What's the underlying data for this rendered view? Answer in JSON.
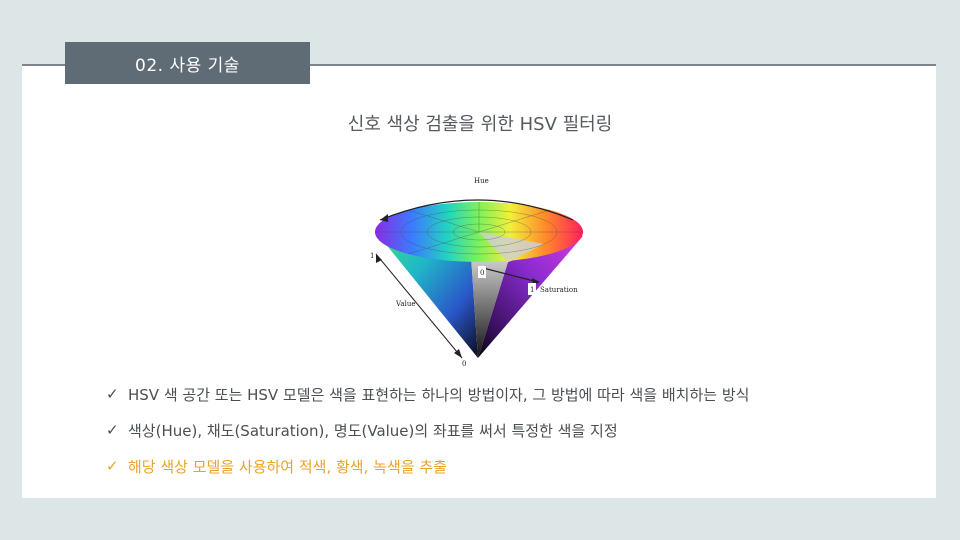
{
  "header": {
    "section_tag": "02. 사용 기술"
  },
  "slide": {
    "subtitle": "신호 색상 검출을 위한 HSV 필터링"
  },
  "figure": {
    "hue_label": "Hue",
    "saturation_label": "Saturation",
    "value_label": "Value",
    "value_top_tick": "1",
    "value_bottom_tick": "0",
    "center_tick": "0",
    "sat_tick": "1"
  },
  "bullets": [
    {
      "check": "✓",
      "text": "HSV 색 공간 또는 HSV 모델은 색을 표현하는 하나의 방법이자, 그 방법에 따라 색을 배치하는 방식"
    },
    {
      "check": "✓",
      "text": "색상(Hue), 채도(Saturation), 명도(Value)의 좌표를 써서 특정한 색을 지정"
    },
    {
      "check": "✓",
      "text": "해당 색상 모델을 사용하여 적색,  황색, 녹색을 추출"
    }
  ],
  "colors": {
    "highlight": "#e8a42a",
    "tag_bg": "#5f6b75",
    "page_bg": "#dde6e6"
  }
}
